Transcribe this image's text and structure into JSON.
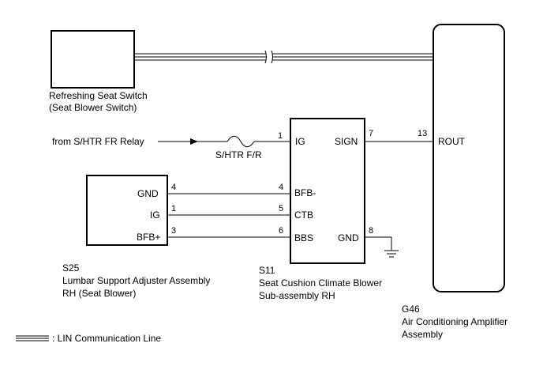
{
  "components": {
    "refreshing_switch": {
      "name": "Refreshing Seat Switch",
      "subname": "(Seat Blower Switch)"
    },
    "lumbar": {
      "code": "S25",
      "name": "Lumbar Support Adjuster Assembly",
      "subname": "RH (Seat Blower)",
      "pins": {
        "gnd": "GND",
        "ig": "IG",
        "bfb": "BFB+"
      }
    },
    "blower": {
      "code": "S11",
      "name": "Seat Cushion Climate Blower",
      "subname": "Sub-assembly RH",
      "pins": {
        "ig": "IG",
        "sign": "SIGN",
        "bfb": "BFB-",
        "ctb": "CTB",
        "bbs": "BBS",
        "gnd": "GND"
      }
    },
    "amplifier": {
      "code": "G46",
      "name": "Air Conditioning Amplifier",
      "subname": "Assembly",
      "pins": {
        "rout": "ROUT"
      }
    }
  },
  "relay_source": "from S/HTR FR Relay",
  "fuse": "S/HTR F/R",
  "pin_numbers": {
    "blower_ig": "1",
    "blower_sign": "7",
    "amp_rout": "13",
    "lumbar_gnd": "4",
    "lumbar_ig": "1",
    "lumbar_bfb": "3",
    "blower_bfb": "4",
    "blower_ctb": "5",
    "blower_bbs": "6",
    "blower_gnd": "8"
  },
  "legend": {
    "label": ": LIN Communication Line"
  }
}
